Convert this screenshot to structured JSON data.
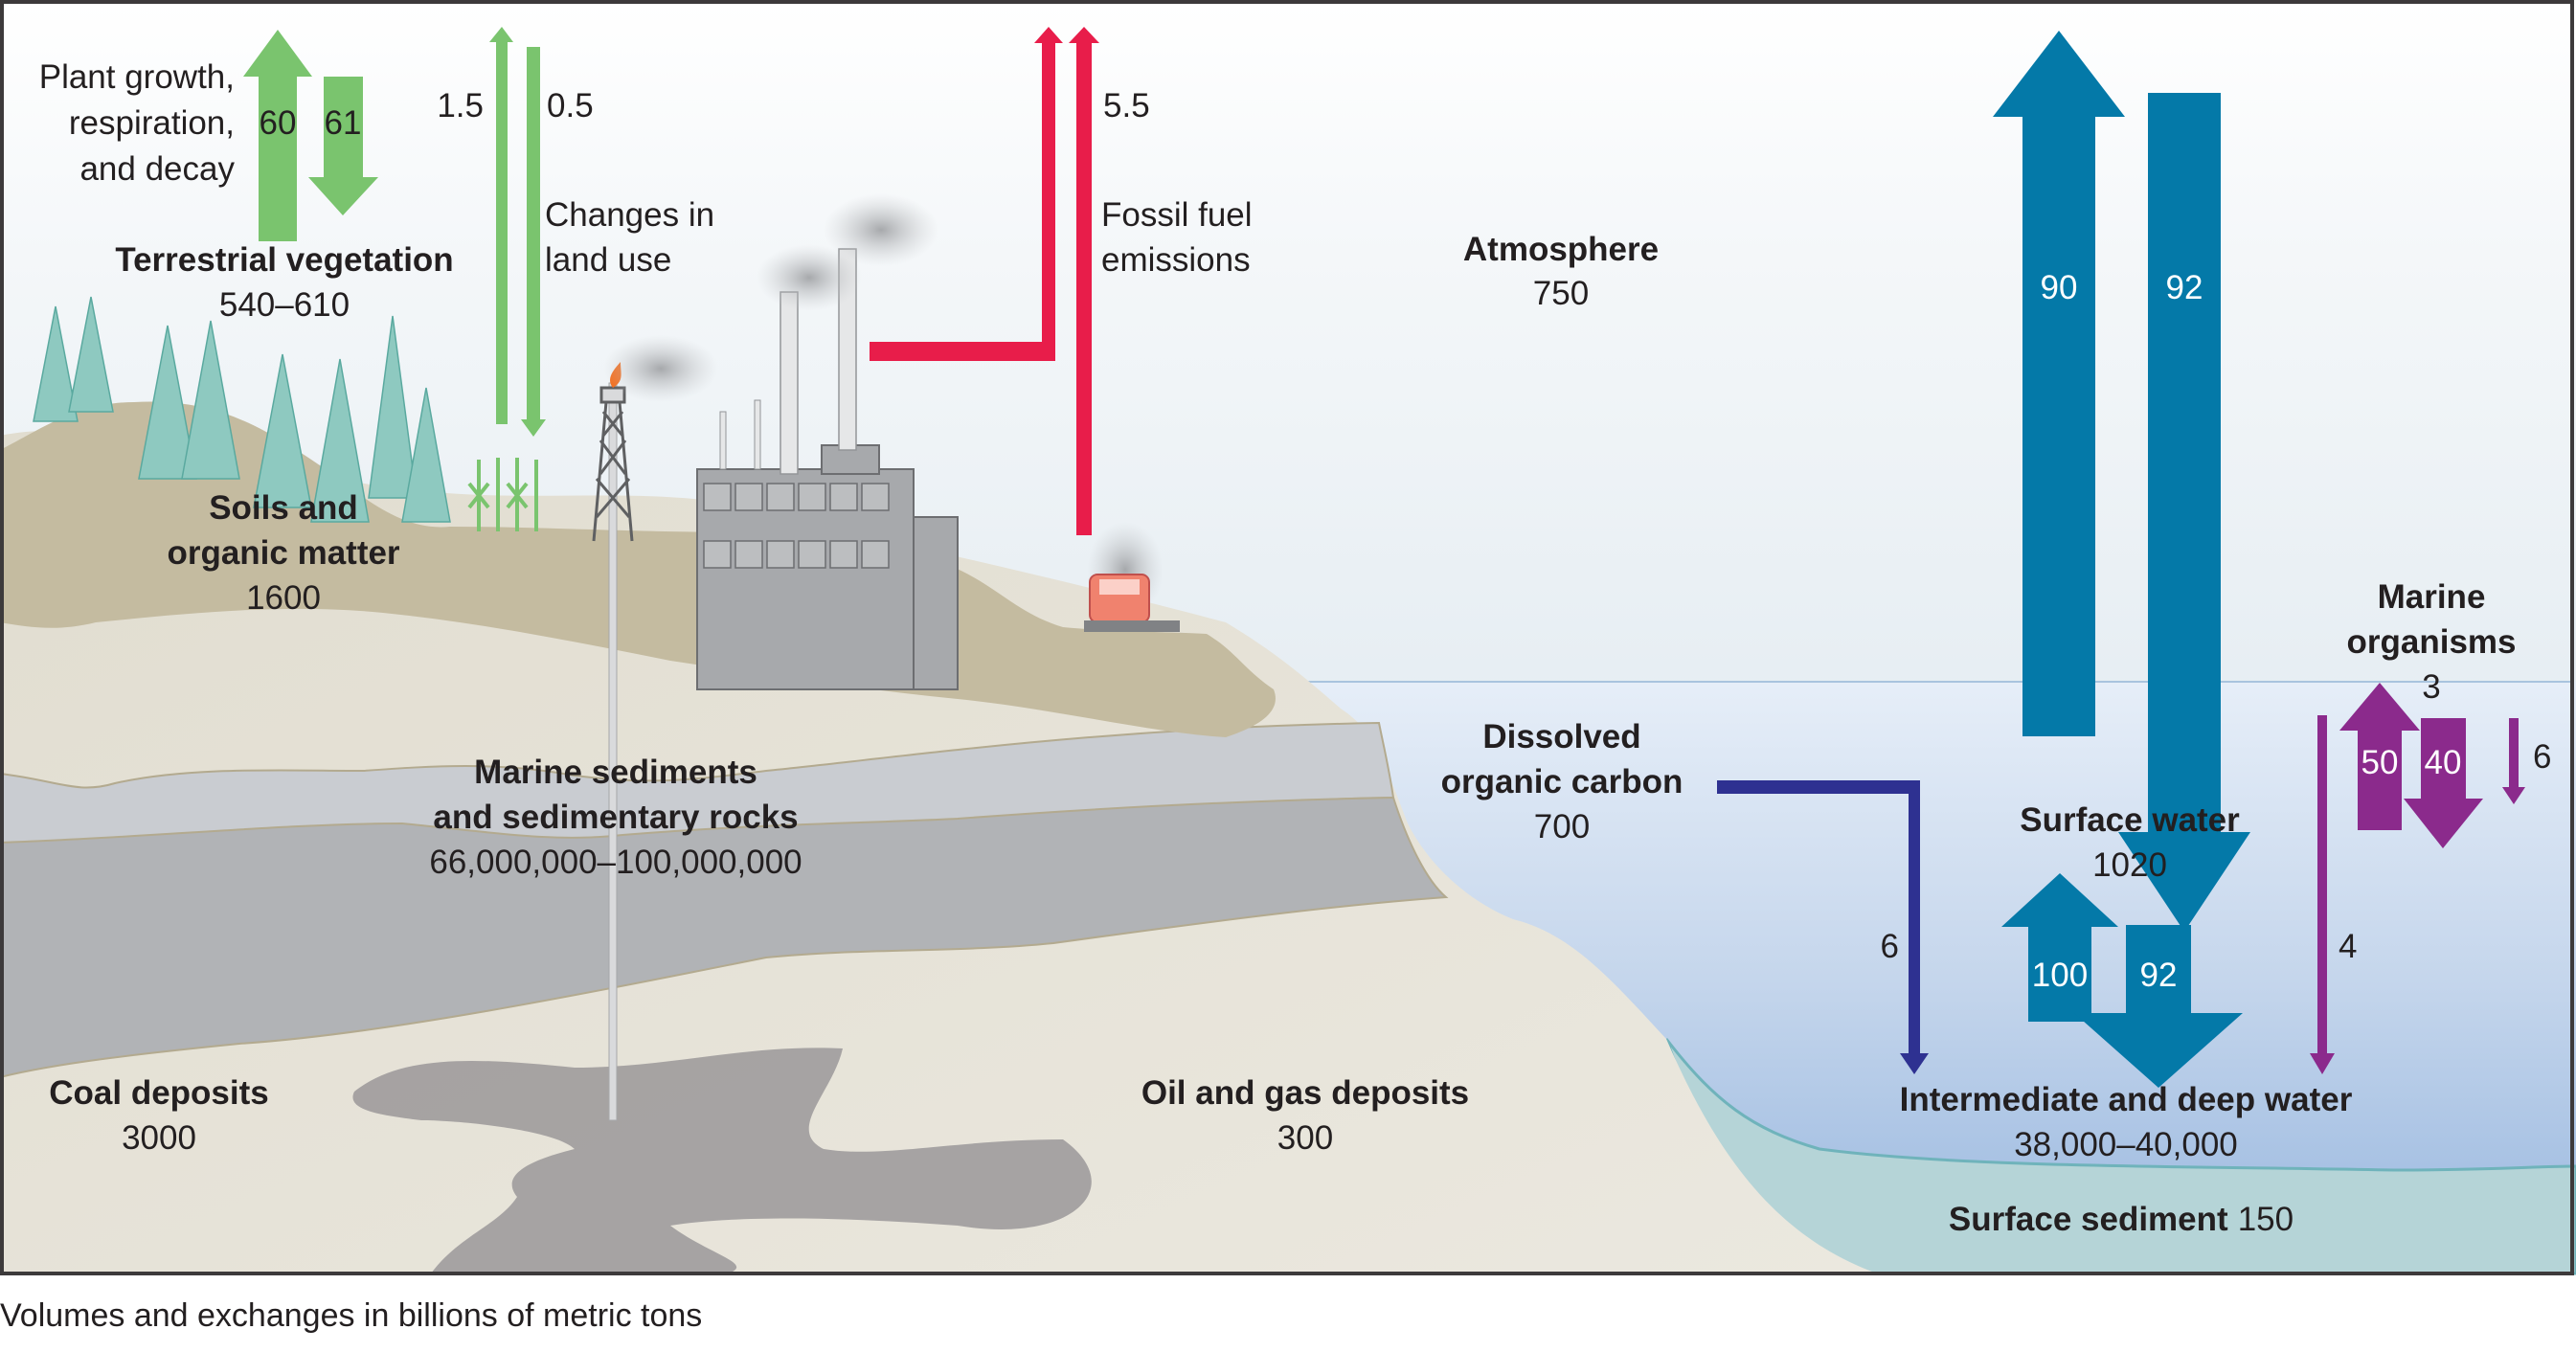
{
  "caption": "Volumes and exchanges in billions of metric tons",
  "colors": {
    "terrestrial_flux": "#7ac46e",
    "fossil_flux": "#e81d4a",
    "ocean_flux": "#0479a8",
    "doc_flux": "#2e3191",
    "marine_flux": "#8b2a8c",
    "soil": "#c4bba0",
    "bedrock": "#e9e5d8",
    "sediment_light": "#c9ccd1",
    "sediment_dark": "#b1b3b6",
    "ocean_top": "#e6eef8",
    "ocean_deep": "#98b7df",
    "surface_sediment": "#b5d4d7",
    "deposit": "#9e9b9c"
  },
  "reservoirs": {
    "terrestrial_vegetation": {
      "name": "Terrestrial vegetation",
      "value": "540–610"
    },
    "soils": {
      "name_line1": "Soils and",
      "name_line2": "organic matter",
      "value": "1600"
    },
    "marine_sediments": {
      "name_line1": "Marine sediments",
      "name_line2": "and sedimentary rocks",
      "value": "66,000,000–100,000,000"
    },
    "coal": {
      "name": "Coal deposits",
      "value": "3000"
    },
    "oil_gas": {
      "name": "Oil and gas deposits",
      "value": "300"
    },
    "atmosphere": {
      "name": "Atmosphere",
      "value": "750"
    },
    "doc": {
      "name_line1": "Dissolved",
      "name_line2": "organic carbon",
      "value": "700"
    },
    "surface_water": {
      "name": "Surface water",
      "value": "1020"
    },
    "marine_organisms": {
      "name_line1": "Marine",
      "name_line2": "organisms",
      "value": "3"
    },
    "deep_water": {
      "name": "Intermediate and deep water",
      "value": "38,000–40,000"
    },
    "surface_sediment": {
      "name": "Surface sediment",
      "value": "150"
    }
  },
  "fluxes": {
    "plant_label": [
      "Plant growth,",
      "respiration,",
      "and decay"
    ],
    "plant_up": "60",
    "plant_down": "61",
    "land_use_label": [
      "Changes in",
      "land use"
    ],
    "land_use_up": "1.5",
    "land_use_down": "0.5",
    "fossil_label": [
      "Fossil fuel",
      "emissions"
    ],
    "fossil_up": "5.5",
    "atm_to_ocean_up": "90",
    "atm_to_ocean_down": "92",
    "doc_to_deep": "6",
    "deep_to_surface_up": "100",
    "surface_to_deep_down": "92",
    "organisms_to_deep": "4",
    "organisms_up": "50",
    "organisms_down": "40",
    "organisms_small": "6"
  }
}
